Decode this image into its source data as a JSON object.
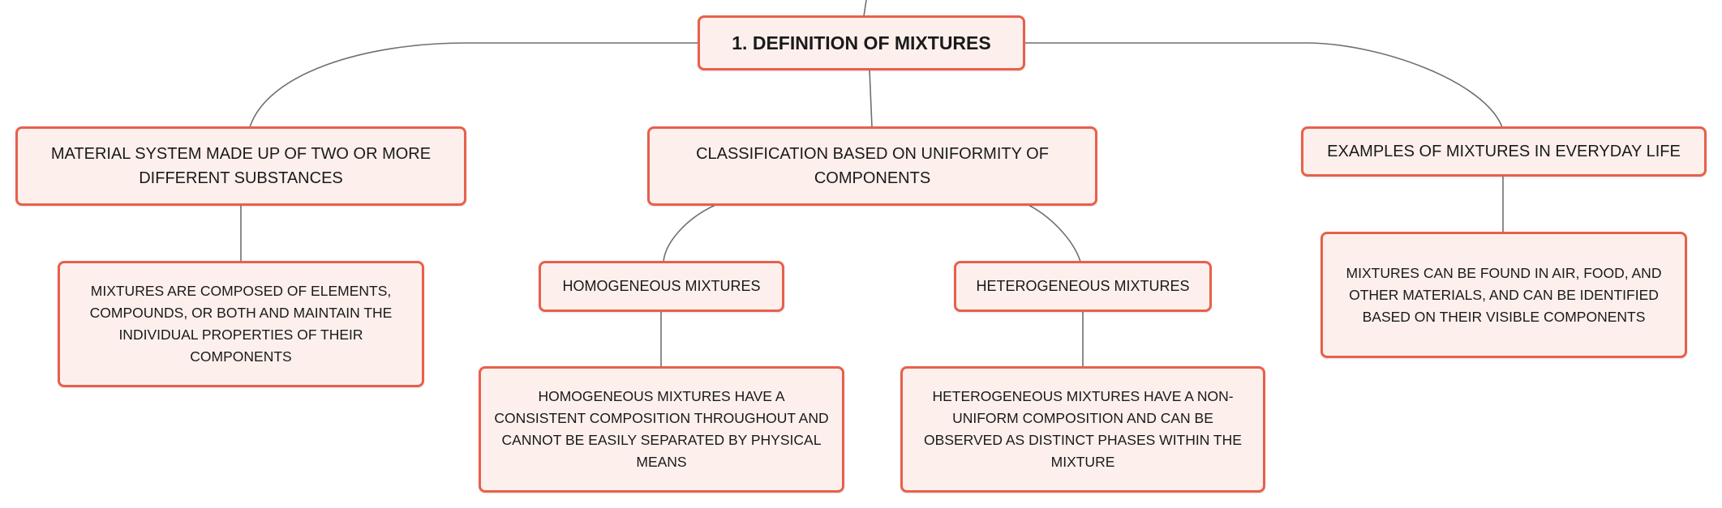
{
  "colors": {
    "node_fill": "#fdf0ec",
    "node_border": "#e8604c",
    "connector": "#6f6f6f",
    "text": "#1a1a1a"
  },
  "root": {
    "label": "1. DEFINITION OF MIXTURES"
  },
  "branches": {
    "material": {
      "label": "MATERIAL SYSTEM MADE UP OF TWO OR MORE DIFFERENT SUBSTANCES",
      "detail": "MIXTURES ARE COMPOSED OF ELEMENTS, COMPOUNDS, OR BOTH AND MAINTAIN THE INDIVIDUAL PROPERTIES OF THEIR COMPONENTS"
    },
    "classification": {
      "label": "CLASSIFICATION BASED ON UNIFORMITY OF COMPONENTS",
      "homogeneous": {
        "label": "HOMOGENEOUS MIXTURES",
        "detail": "HOMOGENEOUS MIXTURES HAVE A CONSISTENT COMPOSITION THROUGHOUT AND CANNOT BE EASILY SEPARATED BY PHYSICAL MEANS"
      },
      "heterogeneous": {
        "label": "HETEROGENEOUS MIXTURES",
        "detail": "HETEROGENEOUS MIXTURES HAVE A NON-UNIFORM COMPOSITION AND CAN BE OBSERVED AS DISTINCT PHASES WITHIN THE MIXTURE"
      }
    },
    "examples": {
      "label": "EXAMPLES OF MIXTURES IN EVERYDAY LIFE",
      "detail": "MIXTURES CAN BE FOUND IN AIR, FOOD, AND OTHER MATERIALS, AND CAN BE IDENTIFIED BASED ON THEIR VISIBLE COMPONENTS"
    }
  }
}
